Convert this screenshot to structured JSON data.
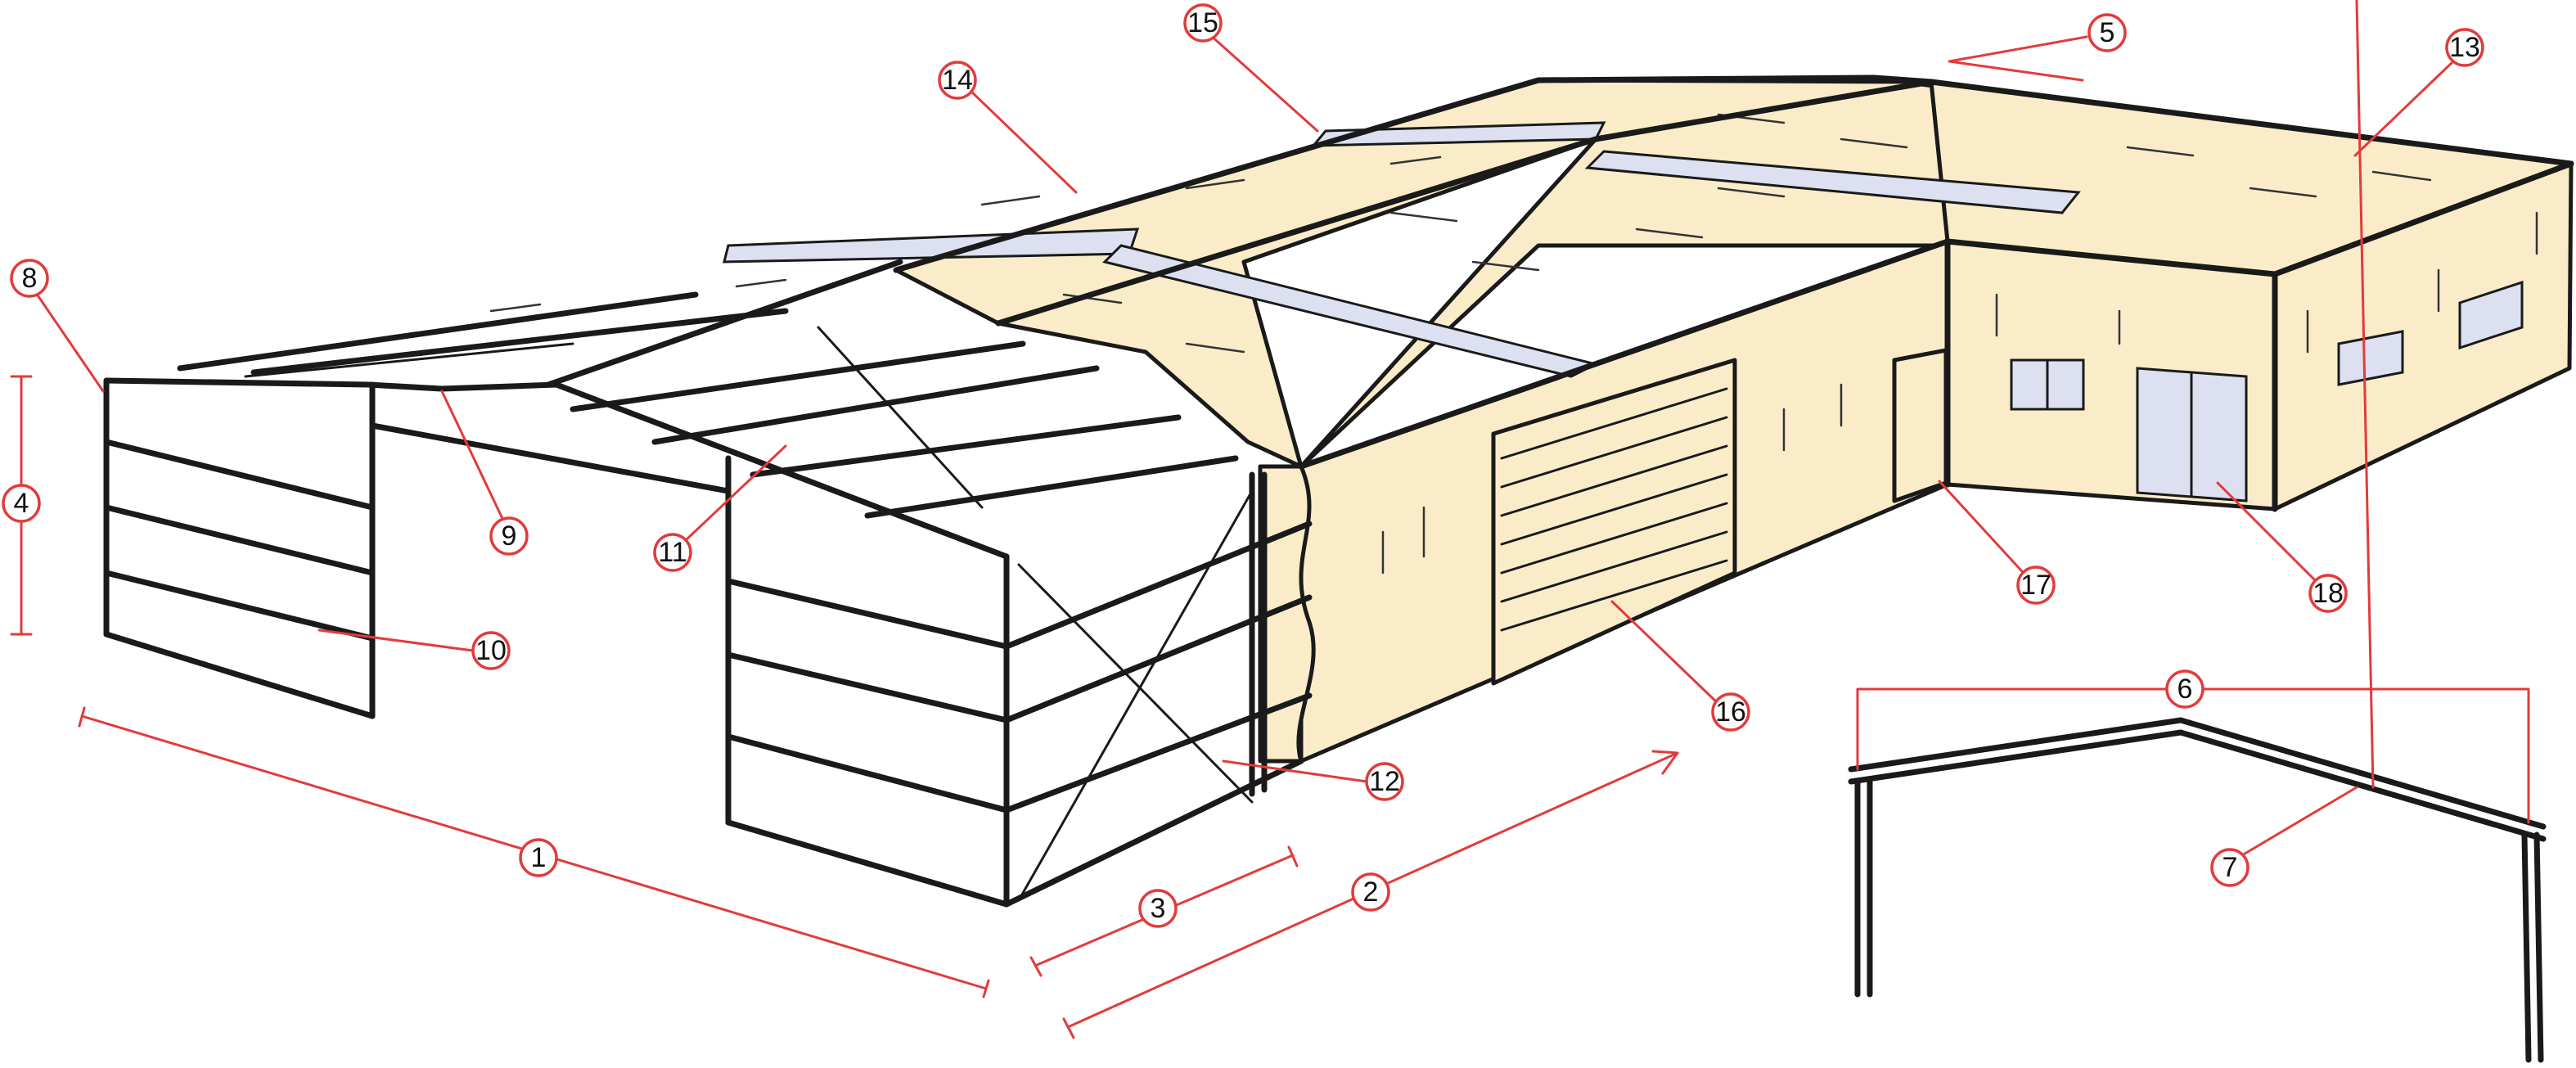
{
  "diagram": {
    "subject": "pre-engineered steel building",
    "colors": {
      "cladding": "#fbecc9",
      "skylight": "#dde0f0",
      "frame": "#1a1a1a",
      "annotation": "#e23b3b"
    }
  },
  "callouts": [
    {
      "id": "c1",
      "label": "1"
    },
    {
      "id": "c2",
      "label": "2"
    },
    {
      "id": "c3",
      "label": "3"
    },
    {
      "id": "c4",
      "label": "4"
    },
    {
      "id": "c5",
      "label": "5"
    },
    {
      "id": "c6",
      "label": "6"
    },
    {
      "id": "c7",
      "label": "7"
    },
    {
      "id": "c8",
      "label": "8"
    },
    {
      "id": "c9",
      "label": "9"
    },
    {
      "id": "c10",
      "label": "10"
    },
    {
      "id": "c11",
      "label": "11"
    },
    {
      "id": "c12",
      "label": "12"
    },
    {
      "id": "c13",
      "label": "13"
    },
    {
      "id": "c14",
      "label": "14"
    },
    {
      "id": "c15",
      "label": "15"
    },
    {
      "id": "c16",
      "label": "16"
    },
    {
      "id": "c17",
      "label": "17"
    },
    {
      "id": "c18",
      "label": "18"
    }
  ]
}
